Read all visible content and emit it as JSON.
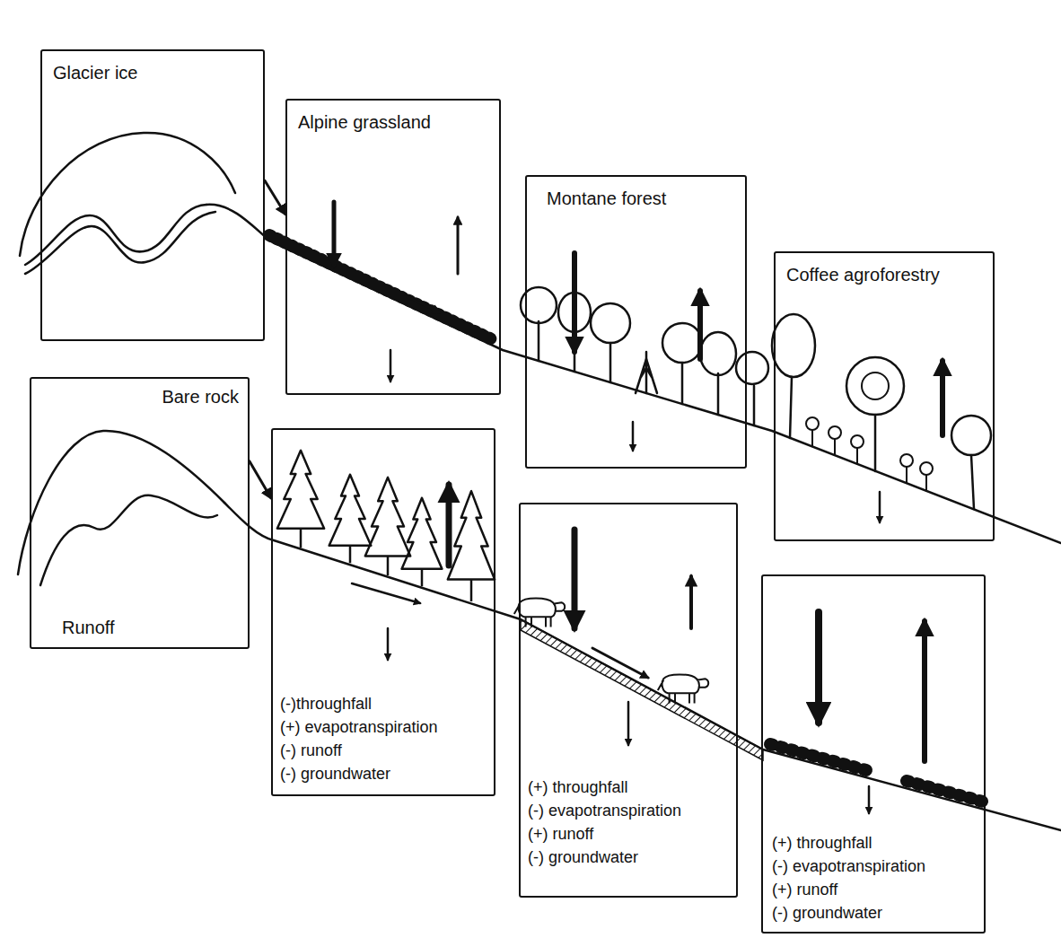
{
  "diagram": {
    "nodes": [
      {
        "text": [
          "Glacier ice"
        ]
      },
      {
        "text": [
          "Alpine grassland"
        ]
      },
      {
        "text": [
          "Montane forest"
        ]
      },
      {
        "text": [
          "Coffee agroforestry"
        ]
      },
      {
        "text": [
          "Bare rock",
          "Runoff"
        ]
      },
      {
        "text": [
          "(-)throughfall",
          "(+) evapotranspiration",
          "(-) runoff",
          "(-) groundwater"
        ]
      },
      {
        "text": [
          "(+) throughfall",
          "(-) evapotranspiration",
          "(+) runoff",
          "(-) groundwater"
        ]
      },
      {
        "text": [
          "(+) throughfall",
          "(-) evapotranspiration",
          "(+) runoff",
          "(-) groundwater"
        ]
      }
    ],
    "edges": [
      {
        "from": 0,
        "to": 1,
        "arrow": "to"
      },
      {
        "from": 4,
        "to": 5,
        "arrow": "to"
      }
    ]
  }
}
